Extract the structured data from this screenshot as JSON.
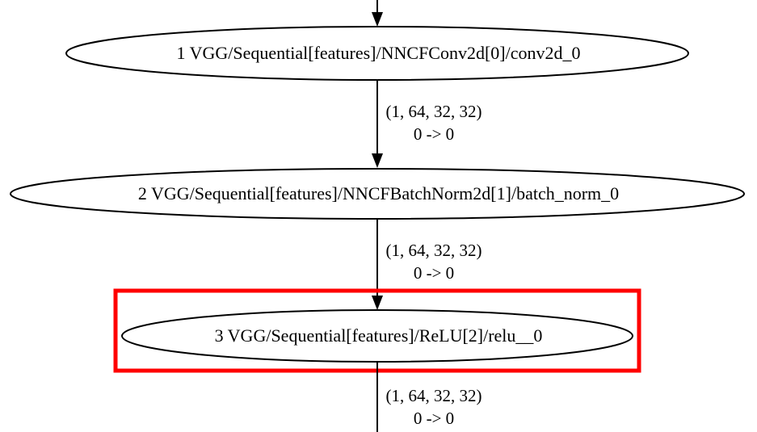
{
  "diagram": {
    "type": "graphviz-network-graph",
    "colors": {
      "background": "#ffffff",
      "stroke": "#000000",
      "text": "#000000",
      "highlight": "#ff0000"
    },
    "nodes": [
      {
        "label": "1 VGG/Sequential[features]/NNCFConv2d[0]/conv2d_0",
        "highlighted": false
      },
      {
        "label": "2 VGG/Sequential[features]/NNCFBatchNorm2d[1]/batch_norm_0",
        "highlighted": false
      },
      {
        "label": "3 VGG/Sequential[features]/ReLU[2]/relu__0",
        "highlighted": true
      }
    ],
    "edge_labels": [
      {
        "shape": "(1, 64, 32, 32)",
        "ports": "0 -> 0"
      },
      {
        "shape": "(1, 64, 32, 32)",
        "ports": "0 -> 0"
      },
      {
        "shape": "(1, 64, 32, 32)",
        "ports": "0 -> 0"
      }
    ]
  }
}
